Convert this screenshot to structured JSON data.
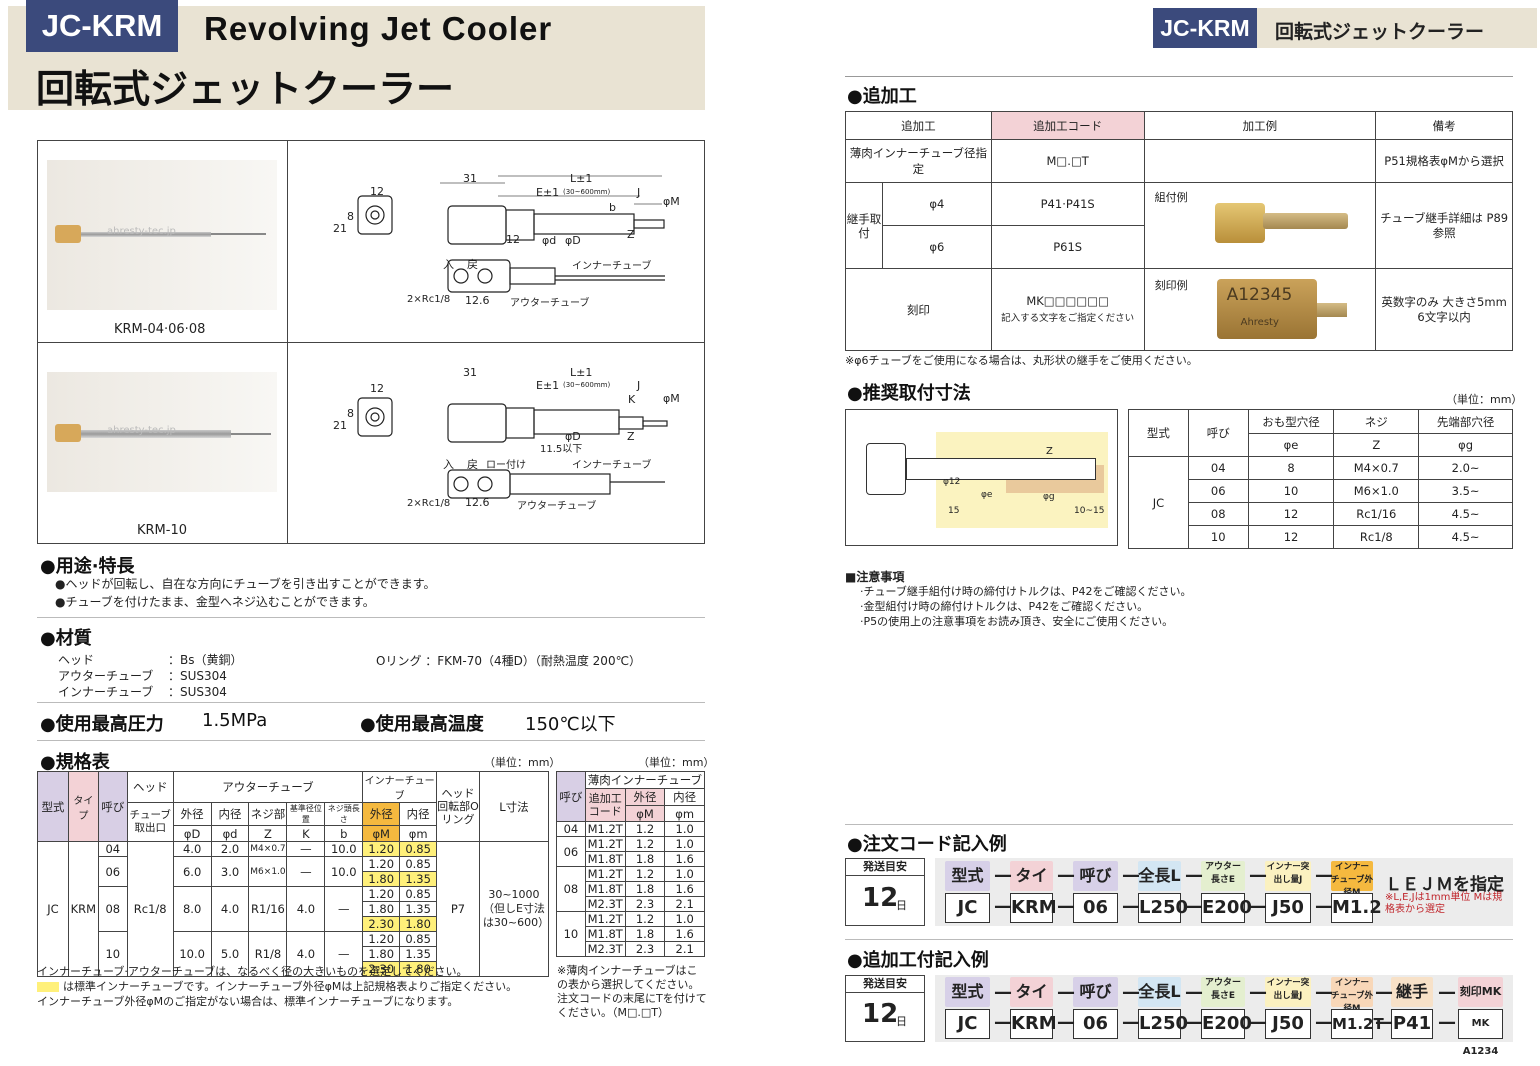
{
  "header": {
    "code": "JC-KRM",
    "en_title": "Revolving Jet Cooler",
    "jp_title": "回転式ジェットクーラー",
    "right_code": "JC-KRM",
    "right_title": "回転式ジェットクーラー"
  },
  "figures": {
    "top_caption": "KRM-04·06·08",
    "bottom_caption": "KRM-10",
    "watermark": "ahresty-tec.jp",
    "d31": "31",
    "dL": "L±1",
    "dE": "E±1",
    "dE_sub": "(30~600mm)",
    "dJ": "J",
    "d12": "12",
    "d8": "8",
    "d21": "21",
    "db": "b",
    "dphiM": "φM",
    "dZ": "Z",
    "dphid": "φd",
    "dphiD": "φD",
    "d12b": "12",
    "d126": "12.6",
    "dK": "K",
    "dRc": "2×Rc1/8",
    "l_in": "入",
    "l_back": "戻",
    "l_inner": "インナーチューブ",
    "l_outer": "アウターチューブ",
    "l_braze": "ロー付け",
    "l_115": "11.5以下"
  },
  "use": {
    "title": "●用途·特長",
    "items": [
      "●ヘッドが回転し、自在な方向にチューブを引き出すことができます。",
      "●チューブを付けたまま、金型へネジ込むことができます。"
    ]
  },
  "material": {
    "title": "●材質",
    "rows": [
      {
        "k": "ヘッド",
        "v": "：Bs（黄銅）"
      },
      {
        "k": "アウターチューブ",
        "v": "：SUS304"
      },
      {
        "k": "インナーチューブ",
        "v": "：SUS304"
      }
    ],
    "oring": "Oリング ：FKM-70（4種D）（耐熱温度 200℃）"
  },
  "pressure": {
    "label": "●使用最高圧力",
    "value": "1.5MPa"
  },
  "temp": {
    "label": "●使用最高温度",
    "value": "150℃以下"
  },
  "spec": {
    "title": "●規格表",
    "unit1": "（単位：mm）",
    "unit2": "（単位：mm）",
    "h": {
      "type": "型式",
      "kind": "タイプ",
      "size": "呼び",
      "head": "ヘッド",
      "head_sub": "チューブ取出口",
      "outer": "アウターチューブ",
      "od": "外径",
      "id": "内径",
      "screw": "ネジ部",
      "kpos": "基準径位置",
      "bhole": "ネジ頭長さ",
      "inner": "インナーチューブ",
      "iod": "外径",
      "iid": "内径",
      "phiD": "φD",
      "phid": "φd",
      "Z": "Z",
      "K": "K",
      "b": "b",
      "phiM": "φM",
      "phim": "φm",
      "rev": "ヘッド回転部Oリング",
      "L": "L寸法"
    },
    "jc": "JC",
    "krm": "KRM",
    "rc": "Rc1/8",
    "p7": "P7",
    "Lval": "30~1000（但しE寸法は30~600）",
    "groups": [
      {
        "s": "04",
        "D": "4.0",
        "d": "2.0",
        "Z": "M4×0.7",
        "K": "—",
        "b": "10.0",
        "rows": [
          [
            "1.20",
            "0.85"
          ]
        ]
      },
      {
        "s": "06",
        "D": "6.0",
        "d": "3.0",
        "Z": "M6×1.0",
        "K": "—",
        "b": "10.0",
        "rows": [
          [
            "1.20",
            "0.85"
          ],
          [
            "1.80",
            "1.35"
          ]
        ]
      },
      {
        "s": "08",
        "D": "8.0",
        "d": "4.0",
        "Z": "R1/16",
        "K": "4.0",
        "b": "—",
        "rows": [
          [
            "1.20",
            "0.85"
          ],
          [
            "1.80",
            "1.35"
          ],
          [
            "2.30",
            "1.80"
          ]
        ]
      },
      {
        "s": "10",
        "D": "10.0",
        "d": "5.0",
        "Z": "R1/8",
        "K": "4.0",
        "b": "—",
        "rows": [
          [
            "1.20",
            "0.85"
          ],
          [
            "1.80",
            "1.35"
          ],
          [
            "2.30",
            "1.80"
          ]
        ]
      }
    ],
    "notes": [
      "インナーチューブ·アウターチューブは、なるべく径の大きいものを選定してください。",
      "は標準インナーチューブです。インナーチューブ外径φMは上記規格表よりご指定ください。",
      "インナーチューブ外径φMのご指定がない場合は、標準インナーチューブになります。"
    ]
  },
  "thin": {
    "title": "薄肉インナーチューブ",
    "size": "呼び",
    "code": "追加工コード",
    "od": "外径",
    "id": "内径",
    "phiM": "φM",
    "phim": "φm",
    "groups": [
      {
        "s": "04",
        "rows": [
          [
            "M1.2T",
            "1.2",
            "1.0"
          ]
        ]
      },
      {
        "s": "06",
        "rows": [
          [
            "M1.2T",
            "1.2",
            "1.0"
          ],
          [
            "M1.8T",
            "1.8",
            "1.6"
          ]
        ]
      },
      {
        "s": "08",
        "rows": [
          [
            "M1.2T",
            "1.2",
            "1.0"
          ],
          [
            "M1.8T",
            "1.8",
            "1.6"
          ],
          [
            "M2.3T",
            "2.3",
            "2.1"
          ]
        ]
      },
      {
        "s": "10",
        "rows": [
          [
            "M1.2T",
            "1.2",
            "1.0"
          ],
          [
            "M1.8T",
            "1.8",
            "1.6"
          ],
          [
            "M2.3T",
            "2.3",
            "2.1"
          ]
        ]
      }
    ],
    "note": "※薄肉インナーチューブはこの表から選択してください。注文コードの末尾にTを付けてください。（M□.□T）"
  },
  "addwork": {
    "title": "●追加工",
    "h": [
      "追加工",
      "追加工コード",
      "加工例",
      "備考"
    ],
    "r1": [
      "薄肉インナーチューブ径指定",
      "M□.□T",
      "",
      "P51規格表φMから選択"
    ],
    "joint": "継手取付",
    "j4": "φ4",
    "j4c": "P41·P41S",
    "j6": "φ6",
    "j6c": "P61S",
    "ex1": "組付例",
    "rem1": "チューブ継手詳細は P89参照",
    "stamp": "刻印",
    "stampc": "MK□□□□□□",
    "stampsub": "記入する文字をご指定ください",
    "ex2": "刻印例",
    "stamp_text": "A12345",
    "brand": "Ahresty",
    "rem2": "英数字のみ 大きさ5mm 6文字以内",
    "note": "※φ6チューブをご使用になる場合は、丸形状の継手をご使用ください。"
  },
  "mount": {
    "title": "●推奨取付寸法",
    "unit": "（単位：mm）",
    "h": [
      "型式",
      "呼び",
      "おも型穴径",
      "ネジ",
      "先端部穴径"
    ],
    "hs": [
      "φe",
      "Z",
      "φg"
    ],
    "jc": "JC",
    "rows": [
      [
        "04",
        "8",
        "M4×0.7",
        "2.0~"
      ],
      [
        "06",
        "10",
        "M6×1.0",
        "3.5~"
      ],
      [
        "08",
        "12",
        "Rc1/16",
        "4.5~"
      ],
      [
        "10",
        "12",
        "Rc1/8",
        "4.5~"
      ]
    ],
    "fig": {
      "z": "Z",
      "p12": "φ12",
      "pe": "φe",
      "pg": "φg",
      "d15": "15",
      "d1015": "10~15"
    }
  },
  "caution": {
    "title": "■注意事項",
    "items": [
      "·チューブ継手組付け時の締付けトルクは、P42をご確認ください。",
      "·金型組付け時の締付けトルクは、P42をご確認ください。",
      "·P5の使用上の注意事項をお読み頂き、安全にご使用ください。"
    ]
  },
  "order1": {
    "title": "●注文コード記入例",
    "ship": "発送目安",
    "days": "12",
    "dunit": "日",
    "labels": [
      "型式",
      "タイプ",
      "呼び",
      "全長L",
      "アウター長さE",
      "インナー突出し量J",
      "インナーチューブ外径M"
    ],
    "vals": [
      "JC",
      "KRM",
      "06",
      "L250",
      "E200",
      "J50",
      "M1.2"
    ],
    "spec": "ＬＥＪＭを指定",
    "spec_note": "※L,E,Jは1mm単位 Mは規格表から選定"
  },
  "order2": {
    "title": "●追加工付記入例",
    "ship": "発送目安",
    "days": "12",
    "dunit": "日",
    "labels": [
      "型式",
      "タイプ",
      "呼び",
      "全長L",
      "アウター長さE",
      "インナー突出し量J",
      "インナーチューブ外径M",
      "継手",
      "刻印MK"
    ],
    "vals": [
      "JC",
      "KRM",
      "06",
      "L250",
      "E200",
      "J50",
      "M1.2T",
      "P41",
      "MK A1234"
    ]
  }
}
